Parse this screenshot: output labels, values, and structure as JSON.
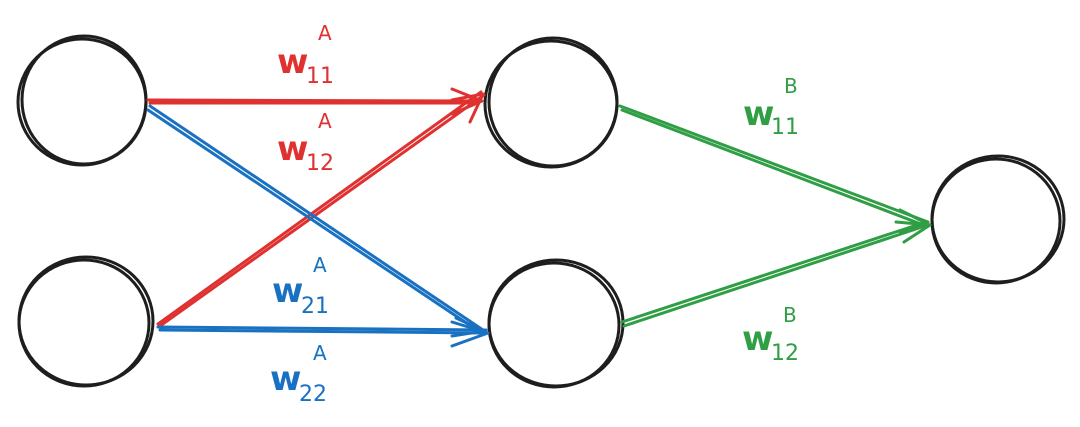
{
  "colors": {
    "layerA_from_top": "#e03131",
    "layerA_from_bottom": "#1971c2",
    "layerB": "#2f9e44",
    "node_stroke": "#1e1e1e"
  },
  "nodes": {
    "input_1": "",
    "input_2": "",
    "hidden_1": "",
    "hidden_2": "",
    "output_1": ""
  },
  "labels": {
    "w11A": {
      "base": "w",
      "sub": "11",
      "sup": "A"
    },
    "w12A": {
      "base": "w",
      "sub": "12",
      "sup": "A"
    },
    "w21A": {
      "base": "w",
      "sub": "21",
      "sup": "A"
    },
    "w22A": {
      "base": "w",
      "sub": "22",
      "sup": "A"
    },
    "w11B": {
      "base": "w",
      "sub": "11",
      "sup": "B"
    },
    "w12B": {
      "base": "w",
      "sub": "12",
      "sup": "B"
    }
  }
}
